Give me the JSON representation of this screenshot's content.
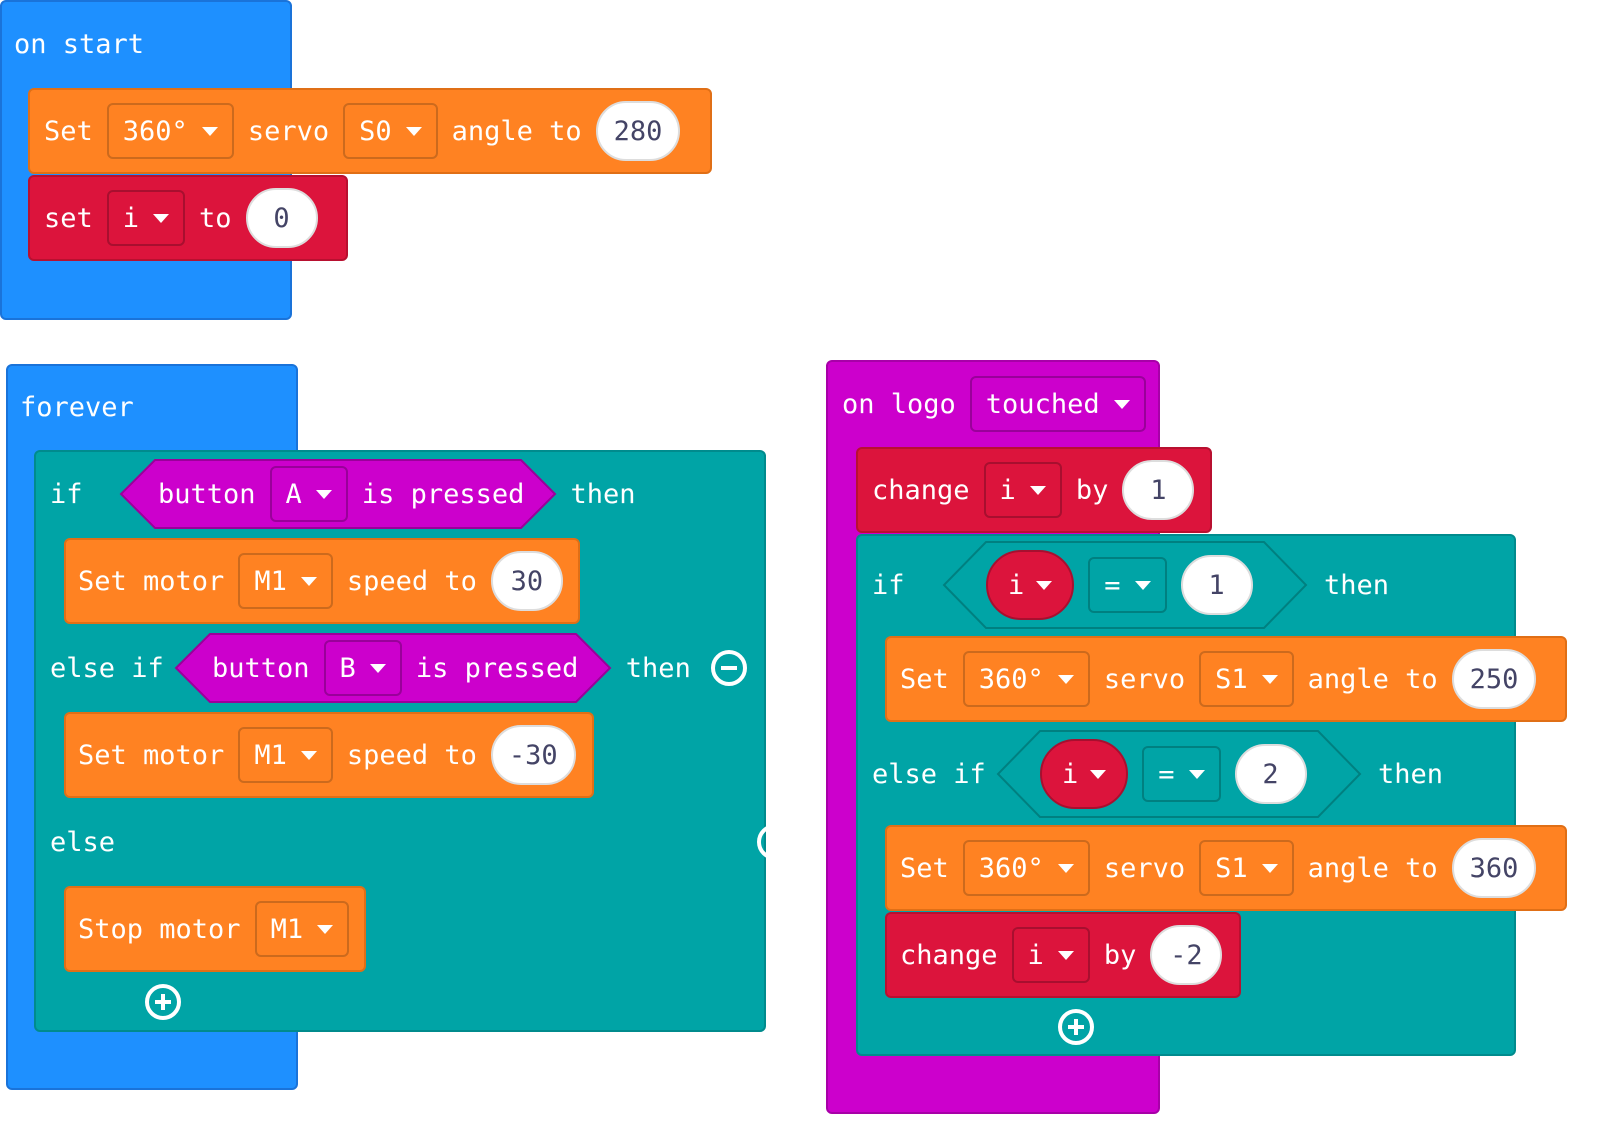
{
  "on_start": {
    "hat": "on start",
    "servo": {
      "kw1": "Set",
      "type": "360°",
      "kw2": "servo",
      "pin": "S0",
      "kw3": "angle to",
      "value": "280"
    },
    "setvar": {
      "kw1": "set",
      "var": "i",
      "kw2": "to",
      "value": "0"
    }
  },
  "forever": {
    "hat": "forever",
    "if": {
      "kw": "if",
      "cond_kw": "button",
      "button": "A",
      "cond_tail": "is pressed",
      "then": "then"
    },
    "motor1": {
      "kw": "Set motor",
      "motor": "M1",
      "kw2": "speed to",
      "value": "30"
    },
    "elseif": {
      "kw": "else if",
      "cond_kw": "button",
      "button": "B",
      "cond_tail": "is pressed",
      "then": "then"
    },
    "motor2": {
      "kw": "Set motor",
      "motor": "M1",
      "kw2": "speed to",
      "value": "-30"
    },
    "else": {
      "kw": "else"
    },
    "stop": {
      "kw": "Stop motor",
      "motor": "M1"
    }
  },
  "on_logo": {
    "hat_kw": "on logo",
    "event": "touched",
    "change1": {
      "kw": "change",
      "var": "i",
      "kw2": "by",
      "value": "1"
    },
    "if": {
      "kw": "if",
      "var": "i",
      "op": "=",
      "value": "1",
      "then": "then"
    },
    "servo1": {
      "kw1": "Set",
      "type": "360°",
      "kw2": "servo",
      "pin": "S1",
      "kw3": "angle to",
      "value": "250"
    },
    "elseif": {
      "kw": "else if",
      "var": "i",
      "op": "=",
      "value": "2",
      "then": "then"
    },
    "servo2": {
      "kw1": "Set",
      "type": "360°",
      "kw2": "servo",
      "pin": "S1",
      "kw3": "angle to",
      "value": "360"
    },
    "change2": {
      "kw": "change",
      "var": "i",
      "kw2": "by",
      "value": "-2"
    }
  },
  "colors": {
    "events": "#1e90ff",
    "servo": "#ff8222",
    "variables": "#dc143c",
    "logic": "#00a4a6",
    "input": "#cc00cc"
  }
}
